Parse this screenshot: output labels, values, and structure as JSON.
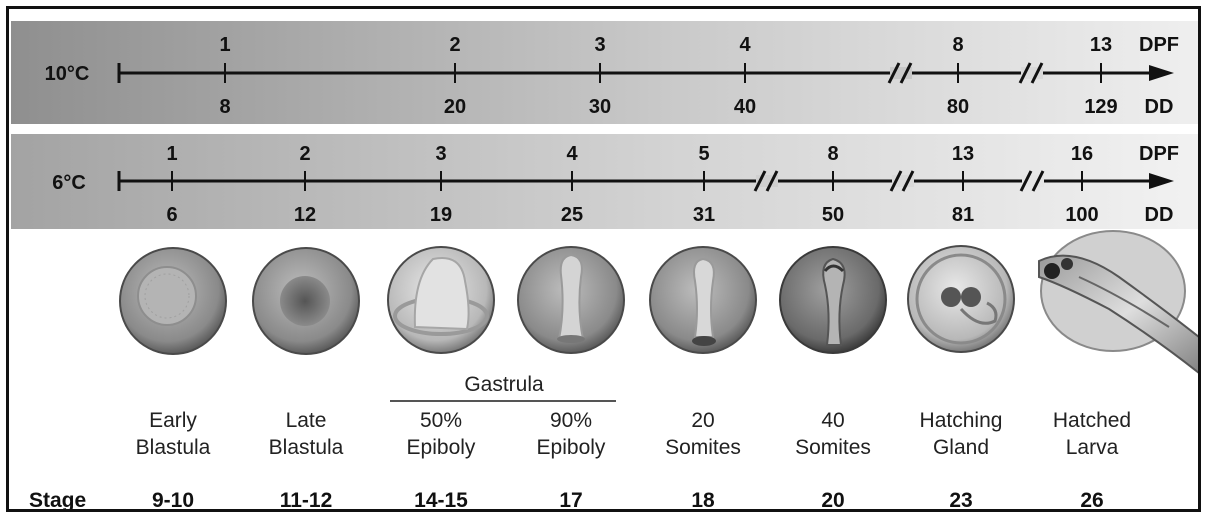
{
  "timeline_10": {
    "temp": "10°C",
    "dpf": [
      "1",
      "2",
      "3",
      "4",
      "8",
      "13"
    ],
    "dd": [
      "8",
      "20",
      "30",
      "40",
      "80",
      "129"
    ],
    "dpf_unit": "DPF",
    "dd_unit": "DD"
  },
  "timeline_6": {
    "temp": "6°C",
    "dpf": [
      "1",
      "2",
      "3",
      "4",
      "5",
      "8",
      "13",
      "16"
    ],
    "dd": [
      "6",
      "12",
      "19",
      "25",
      "31",
      "50",
      "81",
      "100"
    ],
    "dpf_unit": "DPF",
    "dd_unit": "DD"
  },
  "gastrula_label": "Gastrula",
  "stage_label": "Stage",
  "stages": [
    {
      "line1": "Early",
      "line2": "Blastula",
      "stage": "9-10"
    },
    {
      "line1": "Late",
      "line2": "Blastula",
      "stage": "11-12"
    },
    {
      "line1": "50%",
      "line2": "Epiboly",
      "stage": "14-15"
    },
    {
      "line1": "90%",
      "line2": "Epiboly",
      "stage": "17"
    },
    {
      "line1": "20",
      "line2": "Somites",
      "stage": "18"
    },
    {
      "line1": "40",
      "line2": "Somites",
      "stage": "20"
    },
    {
      "line1": "Hatching",
      "line2": "Gland",
      "stage": "23"
    },
    {
      "line1": "Hatched",
      "line2": "Larva",
      "stage": "26"
    }
  ]
}
